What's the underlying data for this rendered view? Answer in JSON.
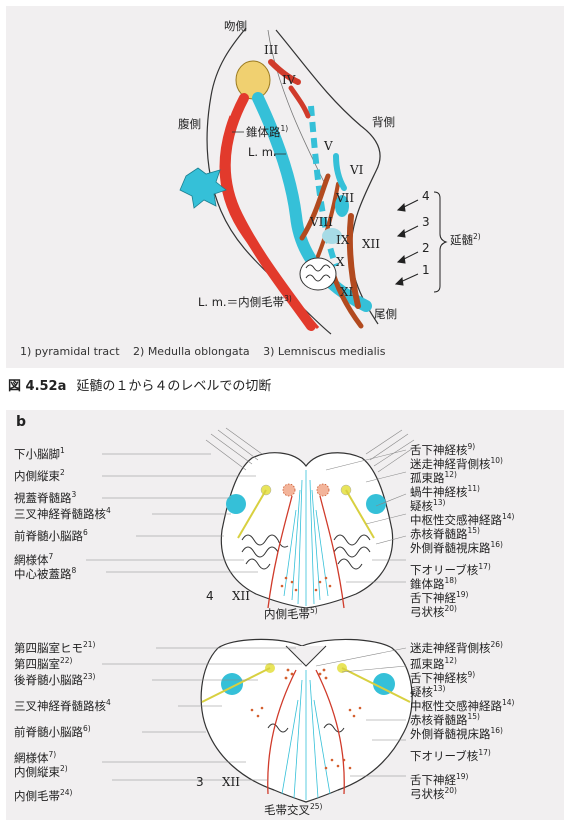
{
  "top": {
    "labels": {
      "rostral": "吻側",
      "ventral": "腹側",
      "dorsal": "背側",
      "caudal": "尾側",
      "pyramidal": "錐体路",
      "pyramidal_ref": "1)",
      "lm": "L. m.",
      "medulla": "延髄",
      "medulla_ref": "2)",
      "lm_def": "L. m.＝内側毛帯",
      "lm_def_ref": "3)"
    },
    "nerves": [
      "III",
      "IV",
      "V",
      "VI",
      "VII",
      "VIII",
      "IX",
      "X",
      "XII",
      "XI"
    ],
    "levels": [
      "4",
      "3",
      "2",
      "1"
    ],
    "footnotes": [
      "1) pyramidal tract",
      "2) Medulla oblongata",
      "3) Lemniscus medialis"
    ]
  },
  "caption": {
    "number": "図 4.52a",
    "text": "延髄の１から４のレベルでの切断"
  },
  "panel_b": {
    "letter": "b",
    "upper_left": [
      {
        "text": "下小脳脚",
        "ref": "1"
      },
      {
        "text": "内側縦束",
        "ref": "2"
      },
      {
        "text": "視蓋脊髄路",
        "ref": "3"
      },
      {
        "text": "三叉神経脊髄路核",
        "ref": "4"
      },
      {
        "text": "前脊髄小脳路",
        "ref": "6"
      },
      {
        "text": "網様体",
        "ref": "7"
      },
      {
        "text": "中心被蓋路",
        "ref": "8"
      }
    ],
    "upper_right": [
      {
        "text": "舌下神経核",
        "ref": "9)"
      },
      {
        "text": "迷走神経背側核",
        "ref": "10)"
      },
      {
        "text": "孤束路",
        "ref": "12)"
      },
      {
        "text": "蝸牛神経核",
        "ref": "11)"
      },
      {
        "text": "疑核",
        "ref": "13)"
      },
      {
        "text": "中枢性交感神経路",
        "ref": "14)"
      },
      {
        "text": "赤核脊髄路",
        "ref": "15)"
      },
      {
        "text": "外側脊髄視床路",
        "ref": "16)"
      },
      {
        "text": "下オリーブ核",
        "ref": "17)"
      },
      {
        "text": "錐体路",
        "ref": "18)"
      },
      {
        "text": "舌下神経",
        "ref": "19)"
      },
      {
        "text": "弓状核",
        "ref": "20)"
      }
    ],
    "upper_bottom": {
      "level": "4",
      "nerve": "XII",
      "lemniscus": "内側毛帯",
      "lemniscus_ref": "5)"
    },
    "lower_left": [
      {
        "text": "第四脳室ヒモ",
        "ref": "21)"
      },
      {
        "text": "第四脳室",
        "ref": "22)"
      },
      {
        "text": "後脊髄小脳路",
        "ref": "23)"
      },
      {
        "text": "三叉神経脊髄路核",
        "ref": "4"
      },
      {
        "text": "前脊髄小脳路",
        "ref": "6)"
      },
      {
        "text": "網様体",
        "ref": "7)"
      },
      {
        "text": "内側縦束",
        "ref": "2)"
      },
      {
        "text": "内側毛帯",
        "ref": "24)"
      }
    ],
    "lower_right": [
      {
        "text": "迷走神経背側核",
        "ref": "26)"
      },
      {
        "text": "孤束路",
        "ref": "12)"
      },
      {
        "text": "舌下神経核",
        "ref": "9)"
      },
      {
        "text": "疑核",
        "ref": "13)"
      },
      {
        "text": "中枢性交感神経路",
        "ref": "14)"
      },
      {
        "text": "赤核脊髄路",
        "ref": "15)"
      },
      {
        "text": "外側脊髄視床路",
        "ref": "16)"
      },
      {
        "text": "下オリーブ核",
        "ref": "17)"
      },
      {
        "text": "舌下神経",
        "ref": "19)"
      },
      {
        "text": "弓状核",
        "ref": "20)"
      }
    ],
    "lower_bottom": {
      "level": "3",
      "nerve": "XII",
      "decussation": "毛帯交叉",
      "decussation_ref": "25)"
    }
  },
  "colors": {
    "pyramidal": "#e23a2c",
    "lemniscus": "#35c0d8",
    "nerve_brown": "#b24a1f",
    "olive": "#f0d070",
    "panel_bg": "#f1eff0"
  }
}
